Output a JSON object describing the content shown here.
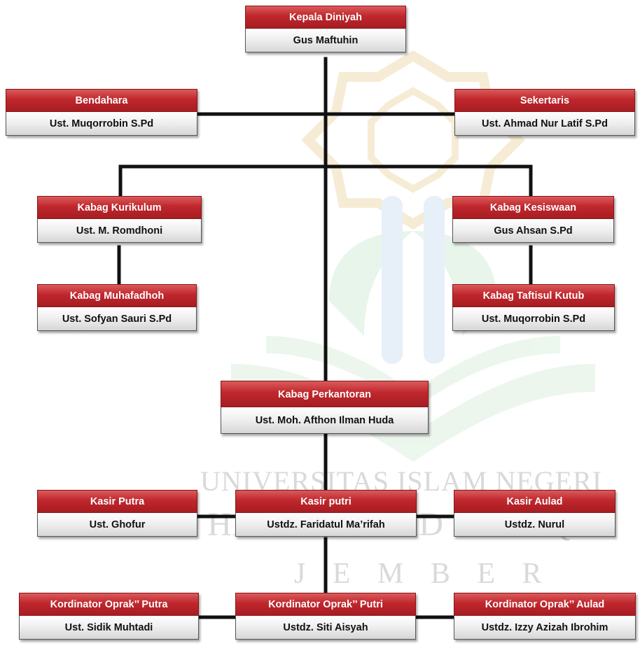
{
  "colors": {
    "header": "#c0272d",
    "name_box": "#e6e6e6",
    "line": "#111111",
    "watermark": "#d9d9d9"
  },
  "watermark": {
    "logo_icon": "university-logo-icon",
    "line1": "UNIVERSITAS ISLAM NEGERI",
    "line2": "KIAI HAJI ACHMAD SIDDIQ",
    "line3": "J E M B E R"
  },
  "nodes": {
    "kepala": {
      "role": "Kepala Diniyah",
      "name": "Gus Maftuhin"
    },
    "bendahara": {
      "role": "Bendahara",
      "name": "Ust. Muqorrobin S.Pd"
    },
    "sekertaris": {
      "role": "Sekertaris",
      "name": "Ust. Ahmad Nur Latif S.Pd"
    },
    "kurikulum": {
      "role": "Kabag Kurikulum",
      "name": "Ust. M. Romdhoni"
    },
    "kesiswaan": {
      "role": "Kabag Kesiswaan",
      "name": "Gus Ahsan S.Pd"
    },
    "muhafadhoh": {
      "role": "Kabag Muhafadhoh",
      "name": "Ust. Sofyan Sauri S.Pd"
    },
    "taftisul": {
      "role": "Kabag Taftisul Kutub",
      "name": "Ust. Muqorrobin S.Pd"
    },
    "perkantoran": {
      "role": "Kabag Perkantoran",
      "name": "Ust. Moh. Afthon Ilman Huda"
    },
    "kasir_putra": {
      "role": "Kasir Putra",
      "name": "Ust. Ghofur"
    },
    "kasir_putri": {
      "role": "Kasir putri",
      "name": "Ustdz. Faridatul Ma’rifah"
    },
    "kasir_aulad": {
      "role": "Kasir Aulad",
      "name": "Ustdz. Nurul"
    },
    "oprak_putra": {
      "role": "Kordinator Oprak’’ Putra",
      "name": "Ust. Sidik Muhtadi"
    },
    "oprak_putri": {
      "role": "Kordinator Oprak’’ Putri",
      "name": "Ustdz. Siti Aisyah"
    },
    "oprak_aulad": {
      "role": "Kordinator Oprak’’ Aulad",
      "name": "Ustdz. Izzy Azizah Ibrohim"
    }
  }
}
